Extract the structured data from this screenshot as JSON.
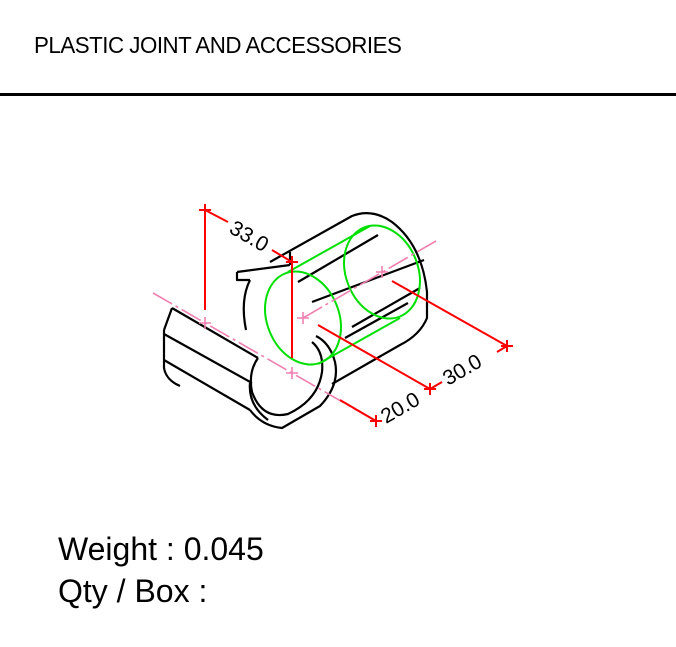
{
  "header": {
    "title": "PLASTIC JOINT AND ACCESSORIES"
  },
  "drawing": {
    "dimensions": {
      "height": "33.0",
      "bore_length": "20.0",
      "total_length": "30.0"
    },
    "colors": {
      "outline": "#000000",
      "dimension": "#ff0000",
      "centerline": "#f080b0",
      "bore": "#00e000"
    }
  },
  "info": {
    "weight_label": "Weight : 0.045",
    "qty_label": "Qty / Box :",
    "qty_value": ""
  }
}
